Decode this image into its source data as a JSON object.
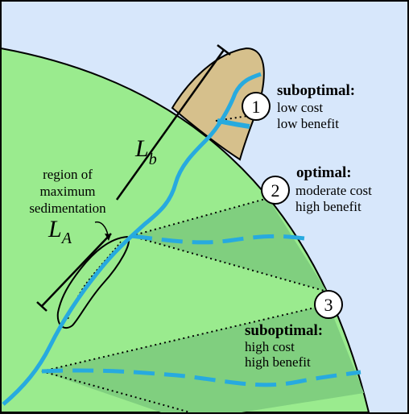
{
  "figure": {
    "region_label": [
      "region of",
      "maximum",
      "sedimentation"
    ],
    "length_a": {
      "symbol": "L",
      "subscript": "A"
    },
    "length_b": {
      "symbol": "L",
      "subscript": "b"
    },
    "scenarios": [
      {
        "number": "1",
        "title": "suboptimal:",
        "line1": "low cost",
        "line2": "low benefit"
      },
      {
        "number": "2",
        "title": "optimal:",
        "line1": "moderate cost",
        "line2": "high benefit"
      },
      {
        "number": "3",
        "title": "suboptimal:",
        "line1": "high cost",
        "line2": "high benefit"
      }
    ],
    "colors": {
      "ocean": "#d7e7fb",
      "land": "#9aeb8e",
      "diversion_zone": "#80cf7f",
      "sand_bar": "#d6c08c",
      "river": "#27aadf",
      "outline": "#000000"
    }
  }
}
